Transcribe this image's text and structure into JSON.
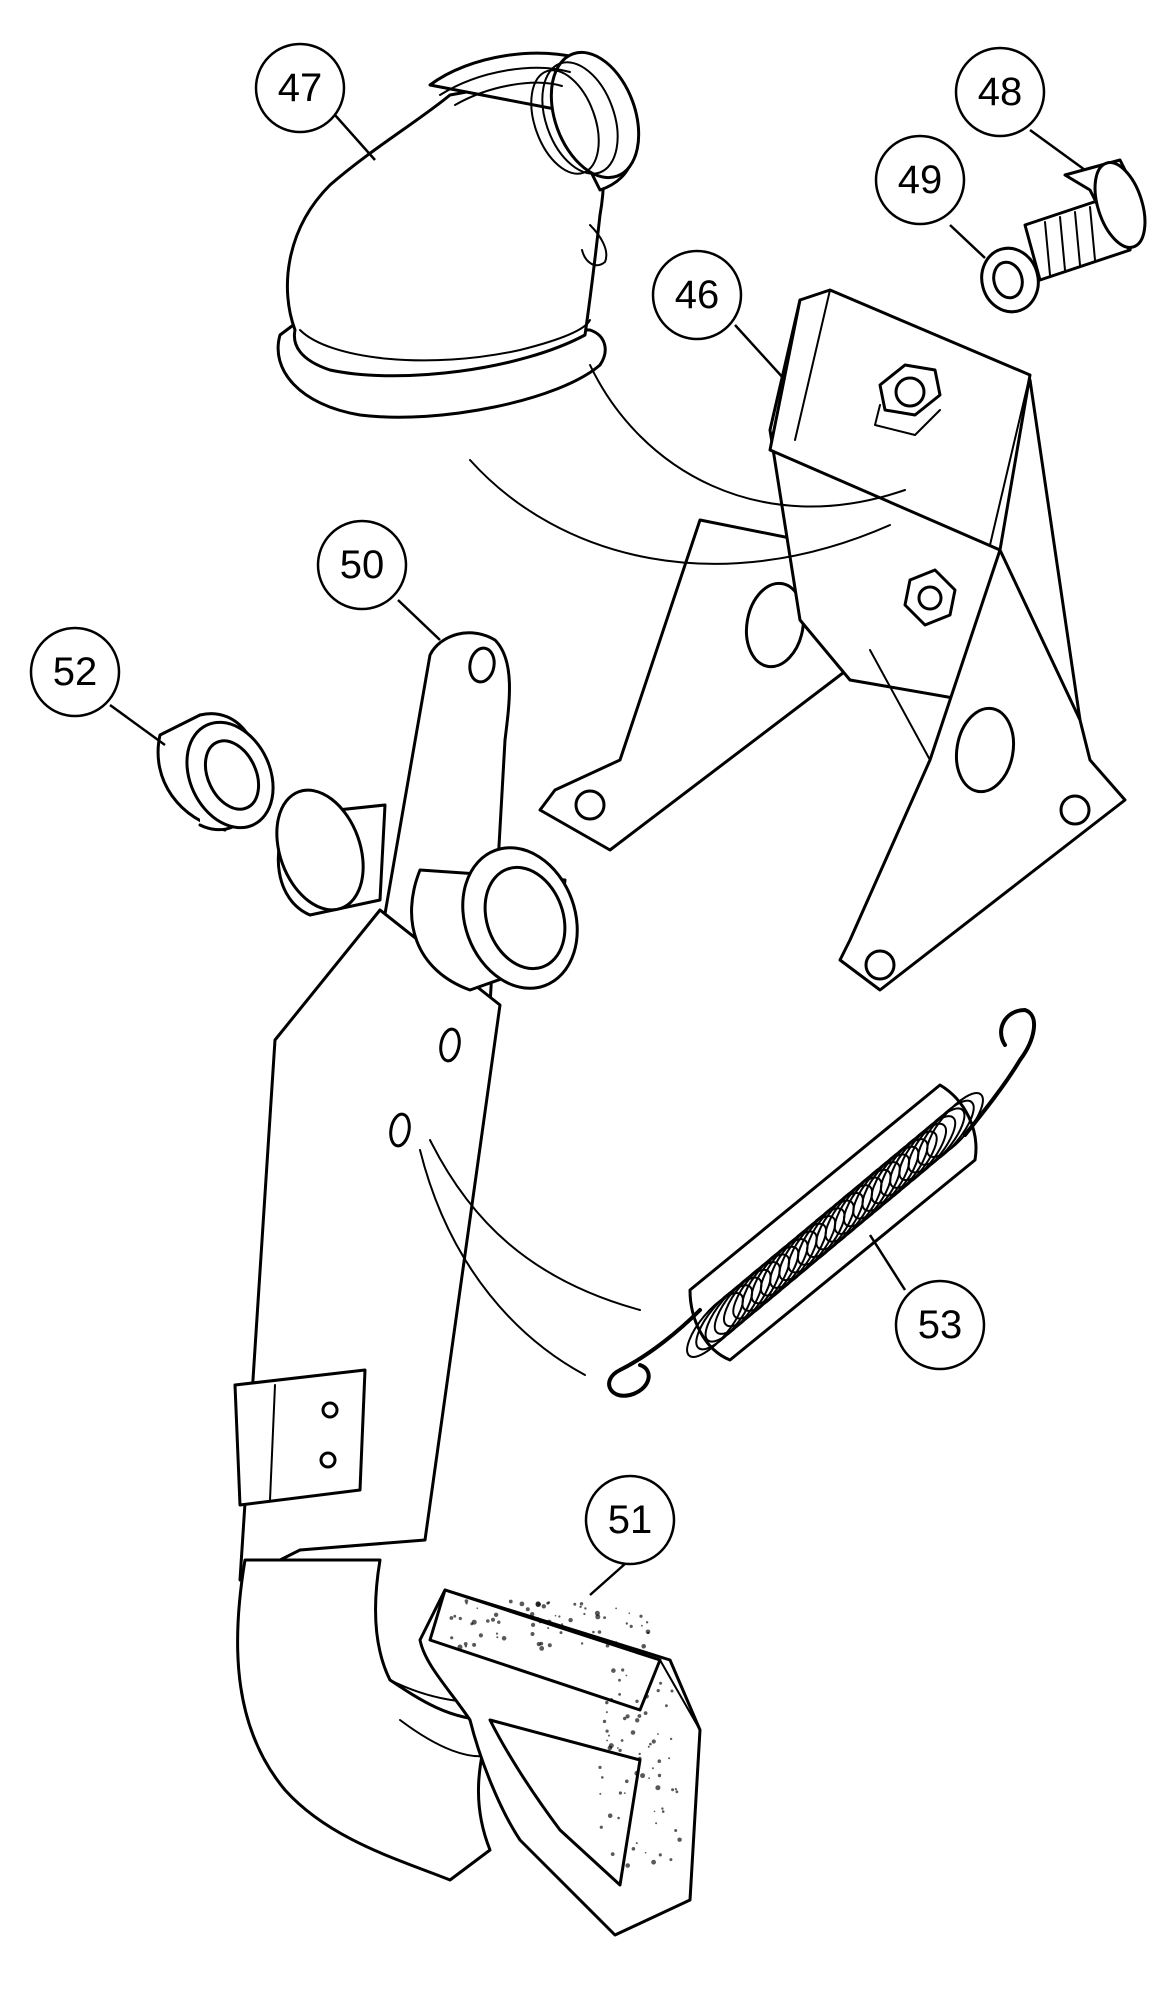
{
  "callouts": [
    {
      "label": "47",
      "part": "rubber-boot"
    },
    {
      "label": "48",
      "part": "bolt"
    },
    {
      "label": "49",
      "part": "washer"
    },
    {
      "label": "46",
      "part": "pedal-bracket"
    },
    {
      "label": "50",
      "part": "pedal-arm"
    },
    {
      "label": "52",
      "part": "bush"
    },
    {
      "label": "53",
      "part": "return-spring"
    },
    {
      "label": "51",
      "part": "pedal-pad"
    }
  ]
}
